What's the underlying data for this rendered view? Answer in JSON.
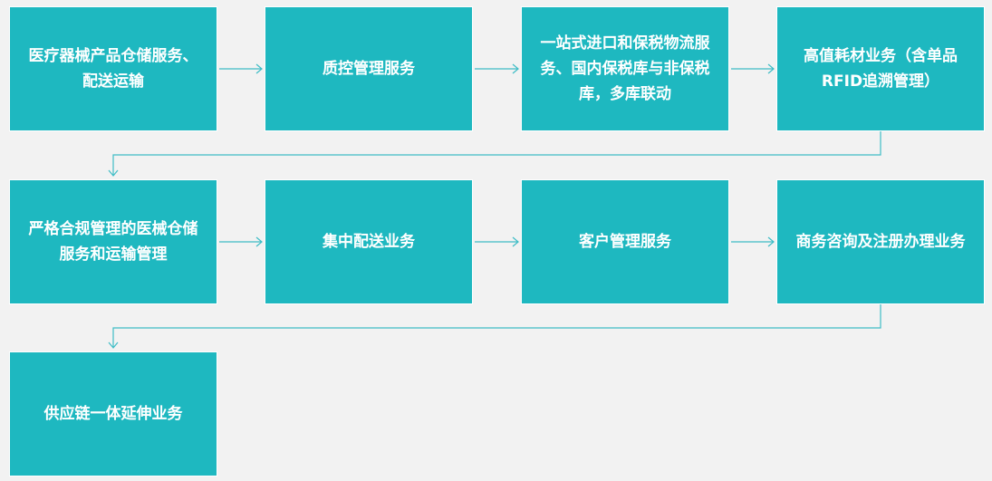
{
  "colors": {
    "background": "#f2f2f2",
    "box_fill": "#1eb8c0",
    "text": "#ffffff",
    "connector": "#3fbdc6"
  },
  "flow": {
    "rows": [
      [
        {
          "id": "warehouse-distribution",
          "text": "医疗器械产品仓储服务、\n配送运输"
        },
        {
          "id": "quality-control",
          "text": "质控管理服务"
        },
        {
          "id": "bonded-logistics",
          "text": "一站式进口和保税物流服\n务、国内保税库与非保税\n库，多库联动"
        },
        {
          "id": "high-value-consumables",
          "text": "高值耗材业务（含单品\nRFID追溯管理）"
        }
      ],
      [
        {
          "id": "compliance-management",
          "text": "严格合规管理的医械仓储\n服务和运输管理"
        },
        {
          "id": "centralized-distribution",
          "text": "集中配送业务"
        },
        {
          "id": "customer-management",
          "text": "客户管理服务"
        },
        {
          "id": "registration-consulting",
          "text": "商务咨询及注册办理业务"
        }
      ],
      [
        {
          "id": "supply-chain-extension",
          "text": "供应链一体延伸业务"
        }
      ]
    ]
  }
}
